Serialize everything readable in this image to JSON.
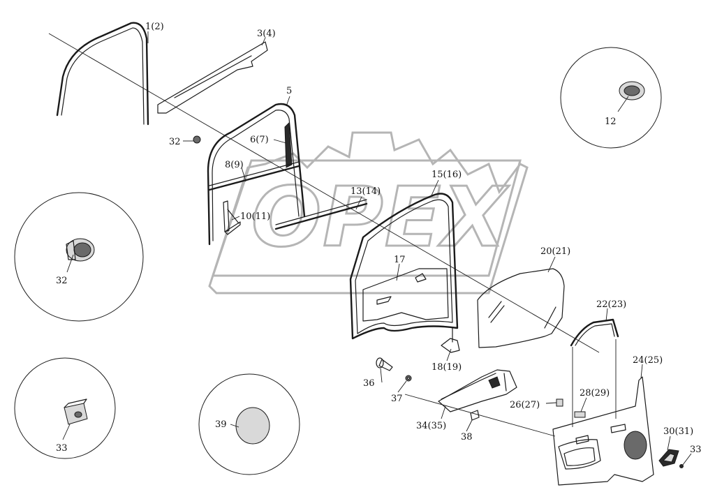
{
  "watermark": {
    "text": "OPEX",
    "color": "#b5b5b5"
  },
  "labels": [
    {
      "id": "l1",
      "text": "1(2)"
    },
    {
      "id": "l3",
      "text": "3(4)"
    },
    {
      "id": "l5",
      "text": "5"
    },
    {
      "id": "l12",
      "text": "12"
    },
    {
      "id": "l32a",
      "text": "32"
    },
    {
      "id": "l6",
      "text": "6(7)"
    },
    {
      "id": "l8",
      "text": "8(9)"
    },
    {
      "id": "l15",
      "text": "15(16)"
    },
    {
      "id": "l13",
      "text": "13(14)"
    },
    {
      "id": "l10",
      "text": "10(11)"
    },
    {
      "id": "l32b",
      "text": "32"
    },
    {
      "id": "l17",
      "text": "17"
    },
    {
      "id": "l20",
      "text": "20(21)"
    },
    {
      "id": "l22",
      "text": "22(23)"
    },
    {
      "id": "l18",
      "text": "18(19)"
    },
    {
      "id": "l24",
      "text": "24(25)"
    },
    {
      "id": "l36",
      "text": "36"
    },
    {
      "id": "l37",
      "text": "37"
    },
    {
      "id": "l26",
      "text": "26(27)"
    },
    {
      "id": "l28",
      "text": "28(29)"
    },
    {
      "id": "l33a",
      "text": "33"
    },
    {
      "id": "l39",
      "text": "39"
    },
    {
      "id": "l34",
      "text": "34(35)"
    },
    {
      "id": "l38",
      "text": "38"
    },
    {
      "id": "l30",
      "text": "30(31)"
    },
    {
      "id": "l33b",
      "text": "33"
    }
  ]
}
